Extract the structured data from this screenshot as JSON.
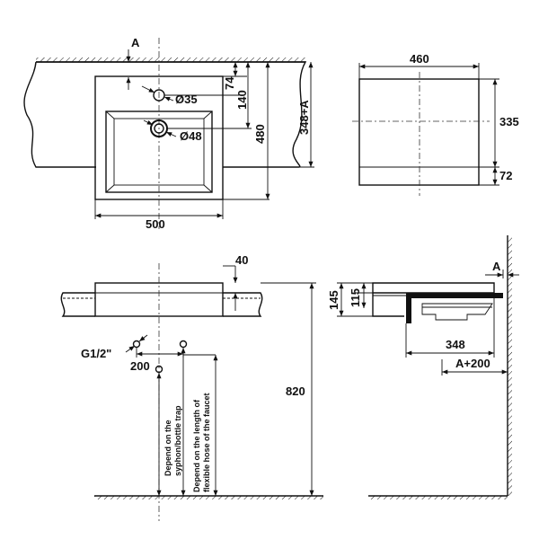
{
  "colors": {
    "line": "#111111",
    "background": "#ffffff",
    "cabinet_fill": "#111111"
  },
  "top_view": {
    "label_a": "A",
    "d_tap_hole": "Ø35",
    "d_drain": "Ø48",
    "d_74": "74",
    "d_140": "140",
    "d_480": "480",
    "d_348a": "348+A",
    "d_500": "500"
  },
  "cabinet_view": {
    "d_460": "460",
    "d_335": "335",
    "d_72": "72"
  },
  "front_view": {
    "d_40": "40",
    "d_g12": "G1/2\"",
    "d_200": "200",
    "d_820": "820",
    "note_trap": [
      "Depend on the",
      "syphon/bottle trap"
    ],
    "note_hose": [
      "Depend on the length of",
      "flexible hose of the faucet"
    ]
  },
  "side_view": {
    "label_a": "A",
    "d_145": "145",
    "d_115": "115",
    "d_348": "348",
    "d_a200": "A+200"
  }
}
